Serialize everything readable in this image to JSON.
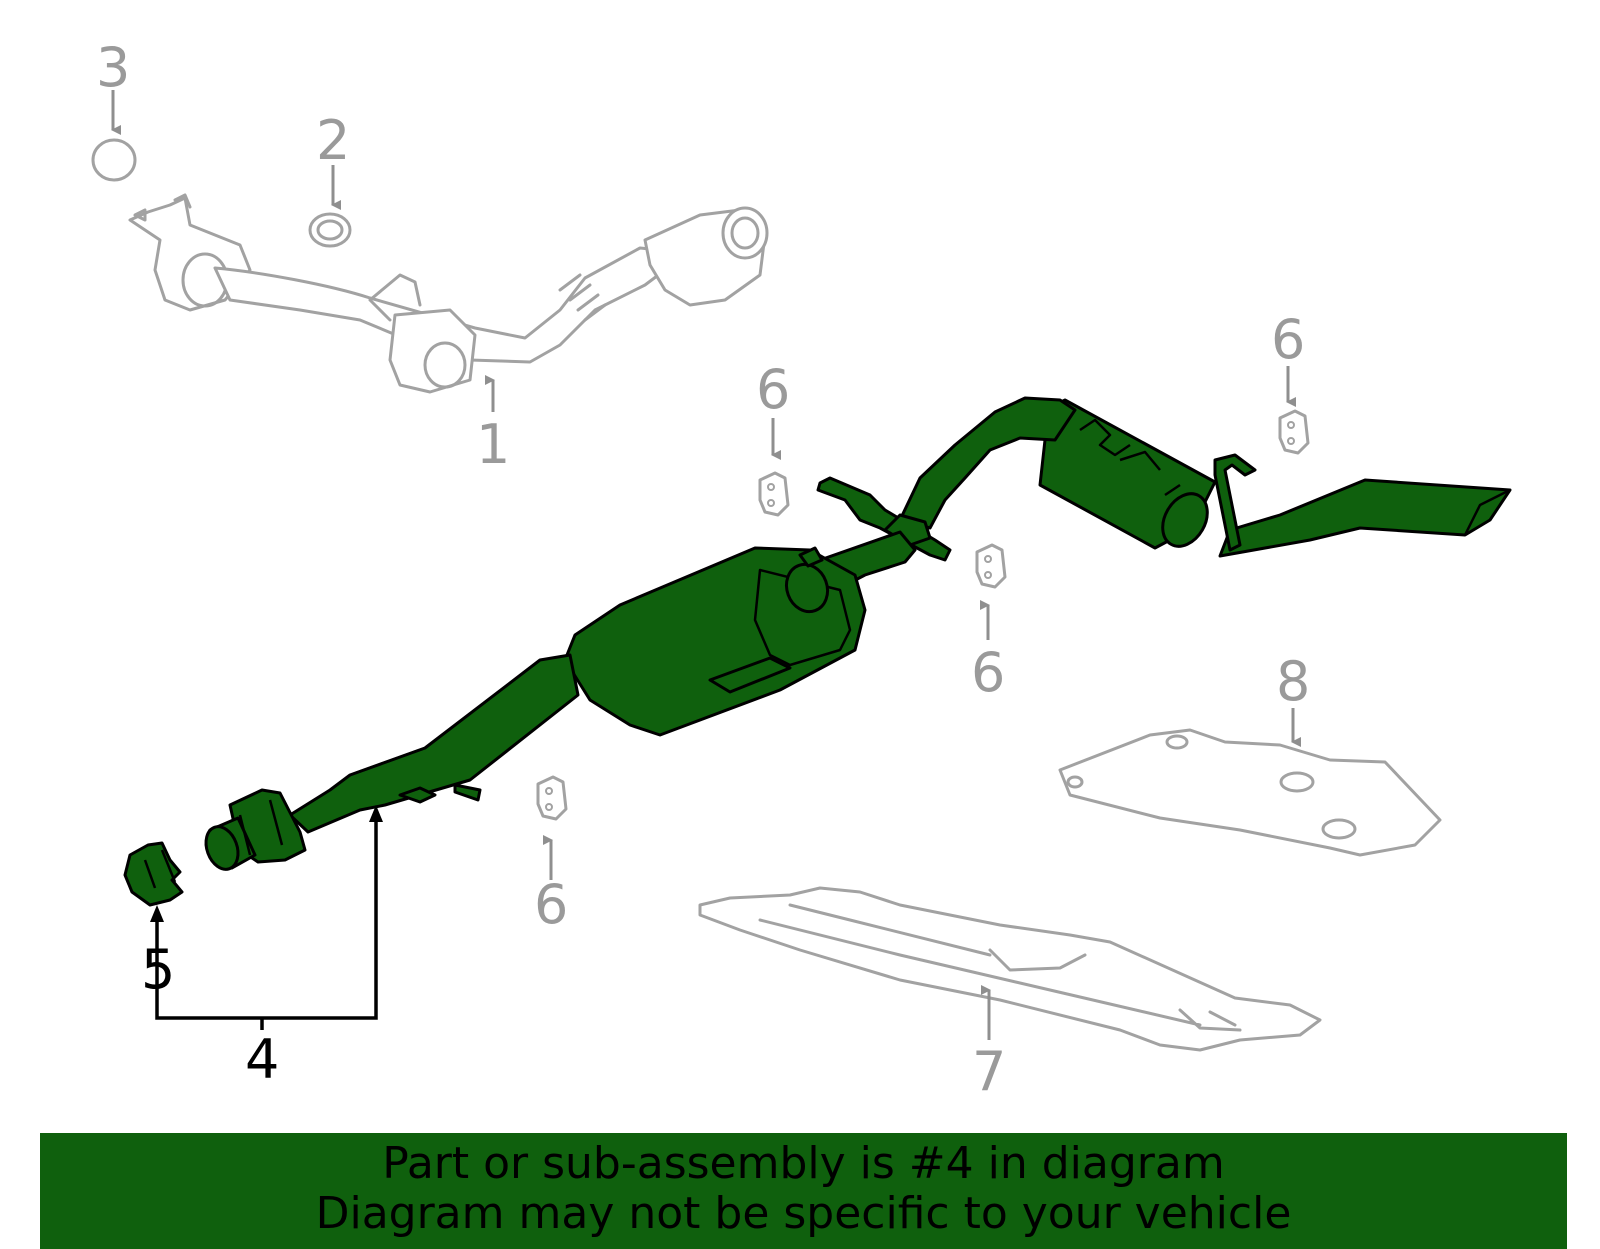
{
  "callouts": {
    "c1": "1",
    "c2": "2",
    "c3": "3",
    "c4": "4",
    "c5": "5",
    "c6a": "6",
    "c6b": "6",
    "c6c": "6",
    "c6d": "6",
    "c7": "7",
    "c8": "8"
  },
  "banner": {
    "line1": "Part or sub-assembly is #4 in diagram",
    "line2": "Diagram may not be specific to your vehicle"
  },
  "colors": {
    "highlight": "#0f600d",
    "context_parts": "#a2a2a2",
    "outline": "#000000"
  }
}
